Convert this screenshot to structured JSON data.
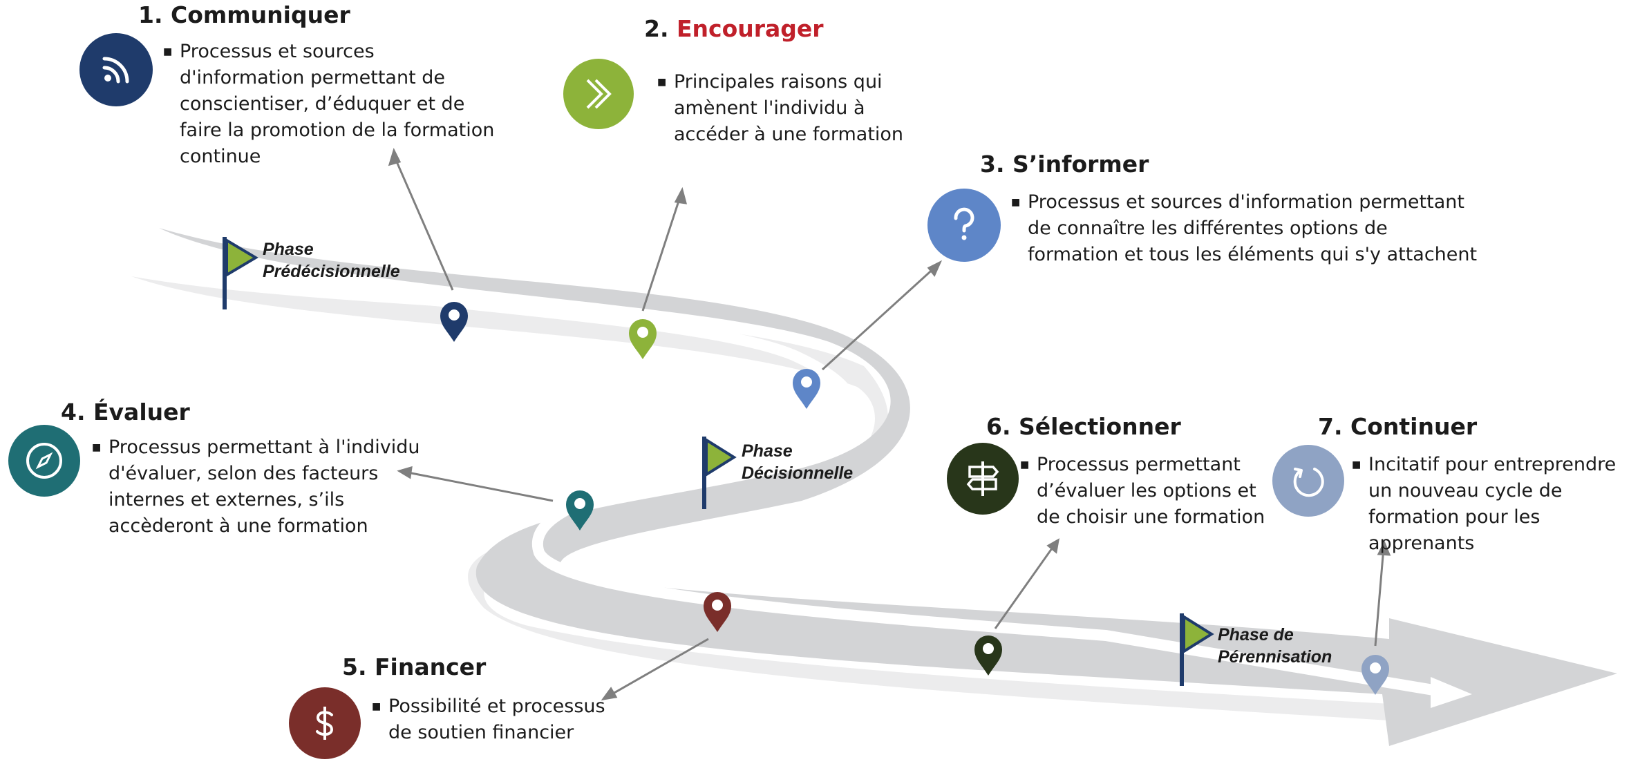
{
  "steps": [
    {
      "number": "1.",
      "title": "Communiquer",
      "color": "#1f3b6b",
      "icon": "rss-icon",
      "text": "Processus et sources d'information permettant de conscientiser, d’éduquer et de faire la promotion de la formation continue"
    },
    {
      "number": "2.",
      "title": "Encourager",
      "color": "#8db33a",
      "icon": "double-chevron-icon",
      "text": "Principales raisons qui amènent l'individu à accéder à une formation"
    },
    {
      "number": "3.",
      "title": "S’informer",
      "color": "#5e86c8",
      "icon": "question-icon",
      "text": "Processus et sources d'information permettant de connaître les différentes options de formation et tous les éléments qui s'y attachent"
    },
    {
      "number": "4.",
      "title": "Évaluer",
      "color": "#1f6e74",
      "icon": "compass-icon",
      "text": "Processus permettant à l'individu d'évaluer, selon des facteurs internes et externes,  s’ils accèderont à une formation"
    },
    {
      "number": "5.",
      "title": "Financer",
      "color": "#7a2e2a",
      "icon": "dollar-icon",
      "text": "Possibilité et processus de soutien financier"
    },
    {
      "number": "6.",
      "title": "Sélectionner",
      "color": "#28361a",
      "icon": "signpost-icon",
      "text": "Processus permettant d’évaluer les options et de choisir une formation"
    },
    {
      "number": "7.",
      "title": "Continuer",
      "color": "#8fa3c4",
      "icon": "refresh-icon",
      "text": "Incitatif pour entreprendre un nouveau cycle de formation pour les apprenants"
    }
  ],
  "phases": [
    {
      "line1": "Phase",
      "line2": "Prédécisionnelle"
    },
    {
      "line1": "Phase",
      "line2": "Décisionnelle"
    },
    {
      "line1": "Phase de",
      "line2": "Pérennisation"
    }
  ],
  "colors": {
    "flag_pole": "#1f3b6b",
    "flag": "#8db33a",
    "road": "#d3d4d6",
    "road_light": "#ececed",
    "arrow": "#7f7f7f",
    "highlight": "#c0202a"
  }
}
